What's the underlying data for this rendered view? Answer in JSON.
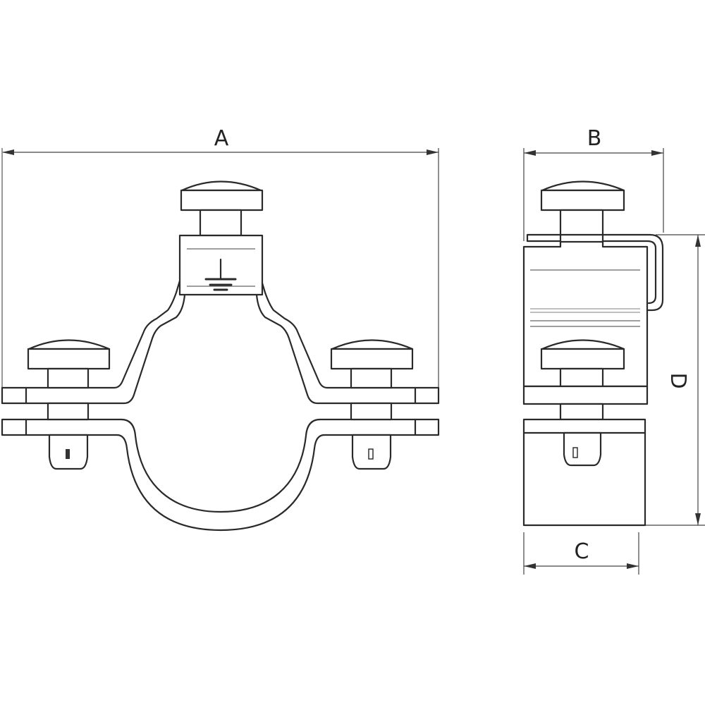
{
  "dimensions": {
    "a_label": "A",
    "b_label": "B",
    "c_label": "C",
    "d_label": "D"
  },
  "views": {
    "front": "front-view",
    "side": "side-view"
  },
  "symbols": [
    "ground-symbol"
  ]
}
